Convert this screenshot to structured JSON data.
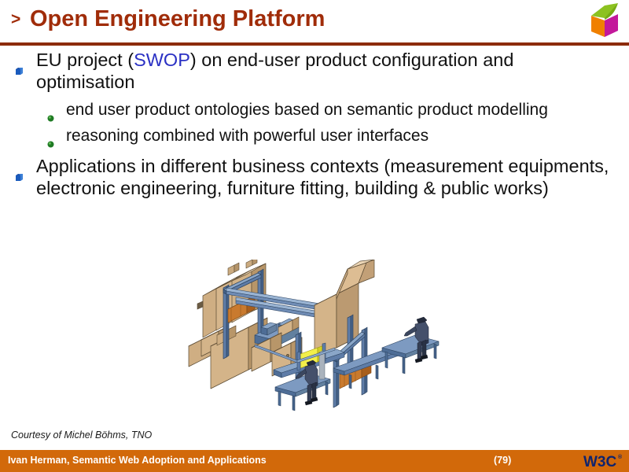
{
  "slide": {
    "caret": ">",
    "title": "Open Engineering Platform",
    "logo_icon": "w3c-cube-logo-icon",
    "accent_title_color": "#a02c09",
    "rule_color": "#8c2b06",
    "link_color": "#2b31c4",
    "footer_bar_color": "#d2690a"
  },
  "bullets": [
    {
      "level": 1,
      "marker": "blue-cube-bullet-icon",
      "text_before_link": "EU project (",
      "link": "SWOP",
      "text_after_link": ") on end-user product configuration and optimisation"
    },
    {
      "level": 2,
      "marker": "green-dot-bullet-icon",
      "text": "end user product ontologies based on semantic product modelling"
    },
    {
      "level": 2,
      "marker": "green-dot-bullet-icon",
      "text": "reasoning combined with powerful user interfaces"
    },
    {
      "level": 1,
      "marker": "blue-cube-bullet-icon",
      "text": "Applications in different business contexts (measurement equipments, electronic engineering, furniture fitting, building & public works)"
    }
  ],
  "illustration": {
    "name": "isometric-production-line-diagram",
    "description": "Isometric CAD drawing of an automated production / assembly line with tan machine cabinets, blue steel frames, conveyor tables and two operators",
    "colors": {
      "box_face": "#d8b68a",
      "box_top": "#e8cfad",
      "box_side": "#c2a077",
      "steel": "#5f7da8",
      "steel_light": "#8aa6c8",
      "steel_dark": "#3f5878",
      "crate_orange": "#c97a2e",
      "panel_yellow": "#f2ef4a",
      "figure": "#44506b",
      "figure_dark": "#242b3b"
    }
  },
  "courtesy": {
    "text": "Courtesy of Michel Böhms, TNO"
  },
  "footer": {
    "title": "Ivan Herman, Semantic Web Adoption and Applications",
    "page": "(79)",
    "logo_text": "W3C",
    "logo_mark": "®",
    "logo_icon": "w3c-wordmark-icon"
  }
}
